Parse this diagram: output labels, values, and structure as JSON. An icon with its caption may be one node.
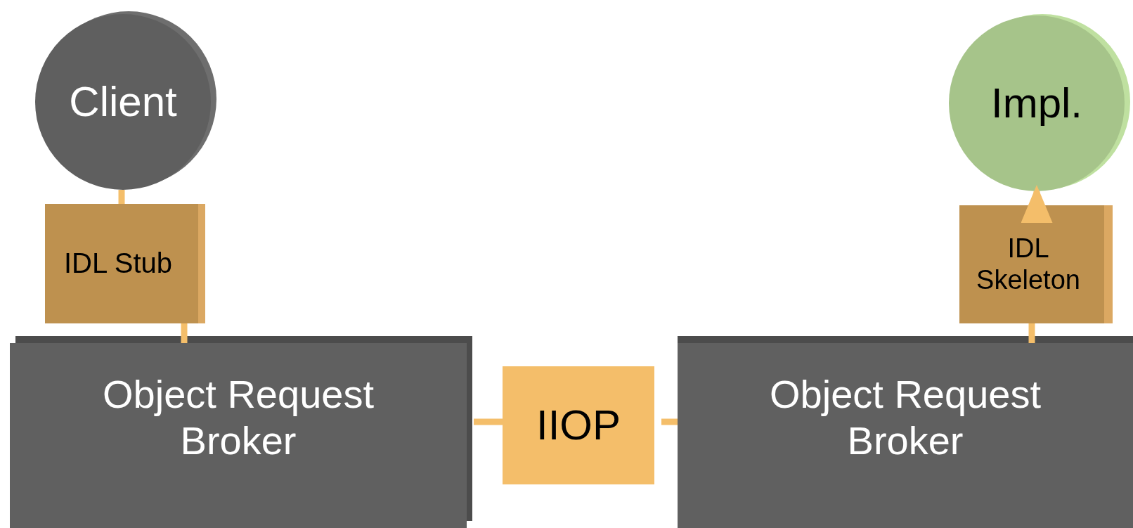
{
  "diagram": {
    "nodes": [
      {
        "text": [
          "Client"
        ]
      },
      {
        "text": [
          "IDL Stub"
        ]
      },
      {
        "text": [
          "Object Request Broker"
        ]
      },
      {
        "text": [
          "IIOP"
        ]
      },
      {
        "text": [
          "Object Request Broker"
        ]
      },
      {
        "text": [
          "IDL Skeleton"
        ]
      },
      {
        "text": [
          "Impl."
        ]
      }
    ],
    "edges": [
      {
        "from": 0,
        "to": 1,
        "arrow": "none"
      },
      {
        "from": 1,
        "to": 2,
        "arrow": "none"
      },
      {
        "from": 2,
        "to": 3,
        "arrow": "none"
      },
      {
        "from": 3,
        "to": 4,
        "arrow": "none"
      },
      {
        "from": 4,
        "to": 5,
        "arrow": "none"
      },
      {
        "from": 5,
        "to": 6,
        "arrow": "to"
      }
    ]
  }
}
